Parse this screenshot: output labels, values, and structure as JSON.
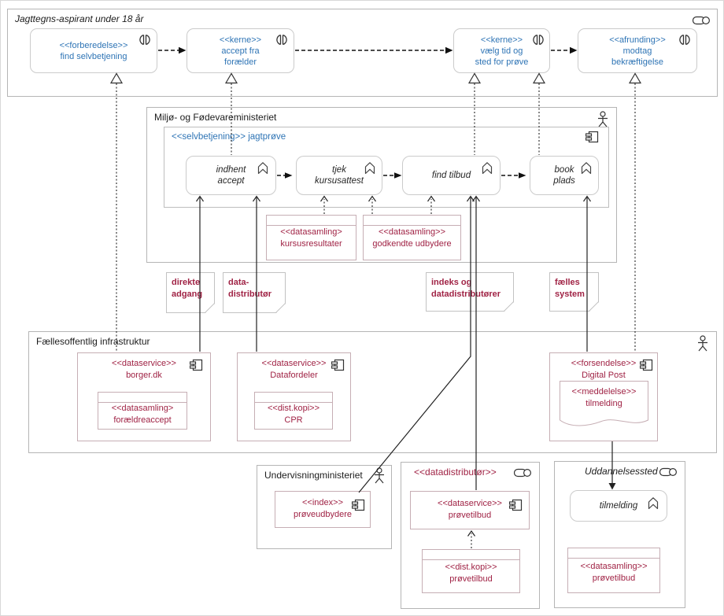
{
  "colors": {
    "accent_blue": "#2E74B5",
    "accent_maroon": "#A02345",
    "line_black": "#222222",
    "border_gray": "#B5B5B5",
    "border_rose": "#C6AEB4"
  },
  "lane": {
    "title": "Jagttegns-aspirant under 18 år",
    "steps": [
      {
        "stereotype": "<<forberedelse>>",
        "lines": [
          "find selvbetjening",
          ""
        ]
      },
      {
        "stereotype": "<<kerne>>",
        "lines": [
          "accept fra",
          "forælder"
        ]
      },
      {
        "stereotype": "<<kerne>>",
        "lines": [
          "vælg tid og",
          "sted for prøve"
        ]
      },
      {
        "stereotype": "<<afrunding>>",
        "lines": [
          "modtag",
          "bekræftigelse"
        ]
      }
    ]
  },
  "ministry": {
    "title": "Miljø- og Fødevareministeriet",
    "service_label": "<<selvbetjening>> jagtprøve",
    "processes": [
      {
        "lines": [
          "indhent",
          "accept"
        ]
      },
      {
        "lines": [
          "tjek",
          "kursusattest"
        ]
      },
      {
        "lines": [
          "find tilbud",
          ""
        ]
      },
      {
        "lines": [
          "book",
          "plads"
        ]
      }
    ],
    "collections": [
      {
        "stereotype": "<<datasamling>",
        "name": "kursusresultater"
      },
      {
        "stereotype": "<<datasamling>>",
        "name": "godkendte udbydere"
      }
    ]
  },
  "notes": [
    {
      "lines": [
        "direkte",
        "adgang"
      ]
    },
    {
      "lines": [
        "data-",
        "distributør"
      ]
    },
    {
      "lines": [
        "indeks og",
        "datadistributører"
      ]
    },
    {
      "lines": [
        "fælles",
        "system"
      ]
    }
  ],
  "infra": {
    "title": "Fællesoffentlig infrastruktur",
    "borger": {
      "stereotype": "<<dataservice>>",
      "name": "borger.dk",
      "collection": {
        "stereotype": "<<datasamling>",
        "name": "forældreaccept"
      }
    },
    "datafordeler": {
      "stereotype": "<<dataservice>>",
      "name": "Datafordeler",
      "copy": {
        "stereotype": "<<dist.kopi>>",
        "name": "CPR"
      }
    },
    "digitalpost": {
      "stereotype": "<<forsendelse>>",
      "name": "Digital Post",
      "message": {
        "stereotype": "<<meddelelse>>",
        "name": "tilmelding"
      }
    }
  },
  "undervisning": {
    "title": "Undervisningministeriet",
    "index": {
      "stereotype": "<<index>>",
      "name": "prøveudbydere"
    }
  },
  "datadistributor": {
    "title": "<<datadistributør>>",
    "service": {
      "stereotype": "<<dataservice>>",
      "name": "prøvetilbud"
    },
    "copy": {
      "stereotype": "<<dist.kopi>>",
      "name": "prøvetilbud"
    }
  },
  "uddannelsessted": {
    "title": "Uddannelsessted",
    "process": "tilmelding",
    "collection": {
      "stereotype": "<<datasamling>>",
      "name": "prøvetilbud"
    }
  }
}
